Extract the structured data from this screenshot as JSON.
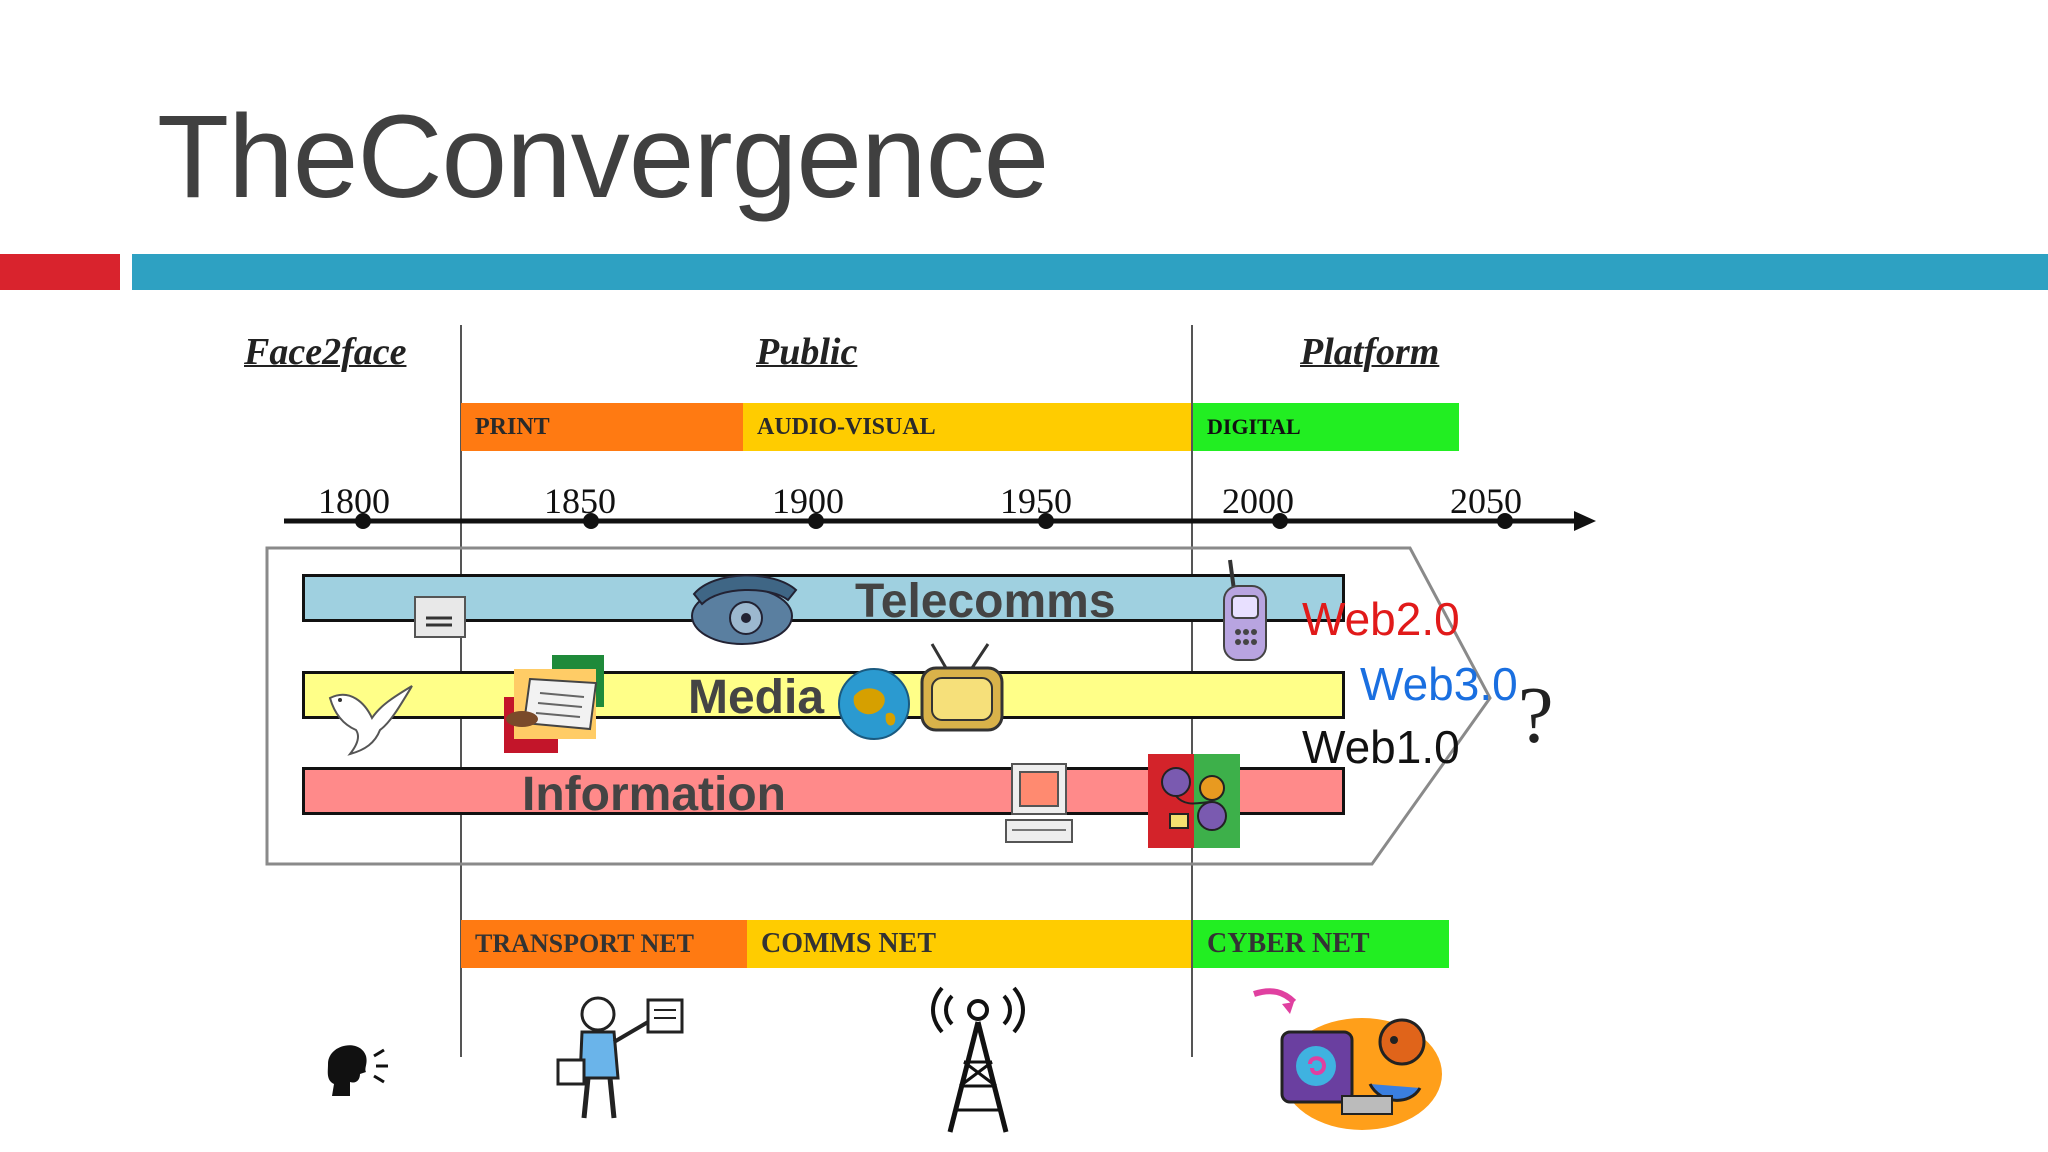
{
  "slide": {
    "title": "TheConvergence"
  },
  "eras": [
    "Face2face",
    "Public",
    "Platform"
  ],
  "upper_bands": [
    "PRINT",
    "AUDIO-VISUAL",
    "DIGITAL"
  ],
  "lower_bands": [
    "TRANSPORT NET",
    "COMMS NET",
    "CYBER NET"
  ],
  "timeline": {
    "years": [
      "1800",
      "1850",
      "1900",
      "1950",
      "2000",
      "2050"
    ]
  },
  "bars": [
    "Telecomms",
    "Media",
    "Information"
  ],
  "web": {
    "web2": "Web2.0",
    "web3": "Web3.0",
    "web1": "Web1.0",
    "question": "?"
  },
  "colors": {
    "accent_red": "#d9232d",
    "accent_blue": "#2ea1c2",
    "print": "#ff7a12",
    "audio_visual": "#ffcc00",
    "digital": "#22ee22",
    "telecomms": "#9fd0e0",
    "media": "#ffff88",
    "information": "#ff8a8a",
    "web2": "#e11a1a",
    "web3": "#1a6fe0",
    "web1": "#111111"
  },
  "icons": [
    "envelope-icon",
    "dove-icon",
    "rotary-phone-icon",
    "newspaper-icon",
    "globe-icon",
    "television-icon",
    "mobile-phone-icon",
    "computer-icon",
    "network-devices-icon",
    "speaking-head-icon",
    "person-presenting-icon",
    "radio-tower-icon",
    "cyber-user-icon"
  ]
}
